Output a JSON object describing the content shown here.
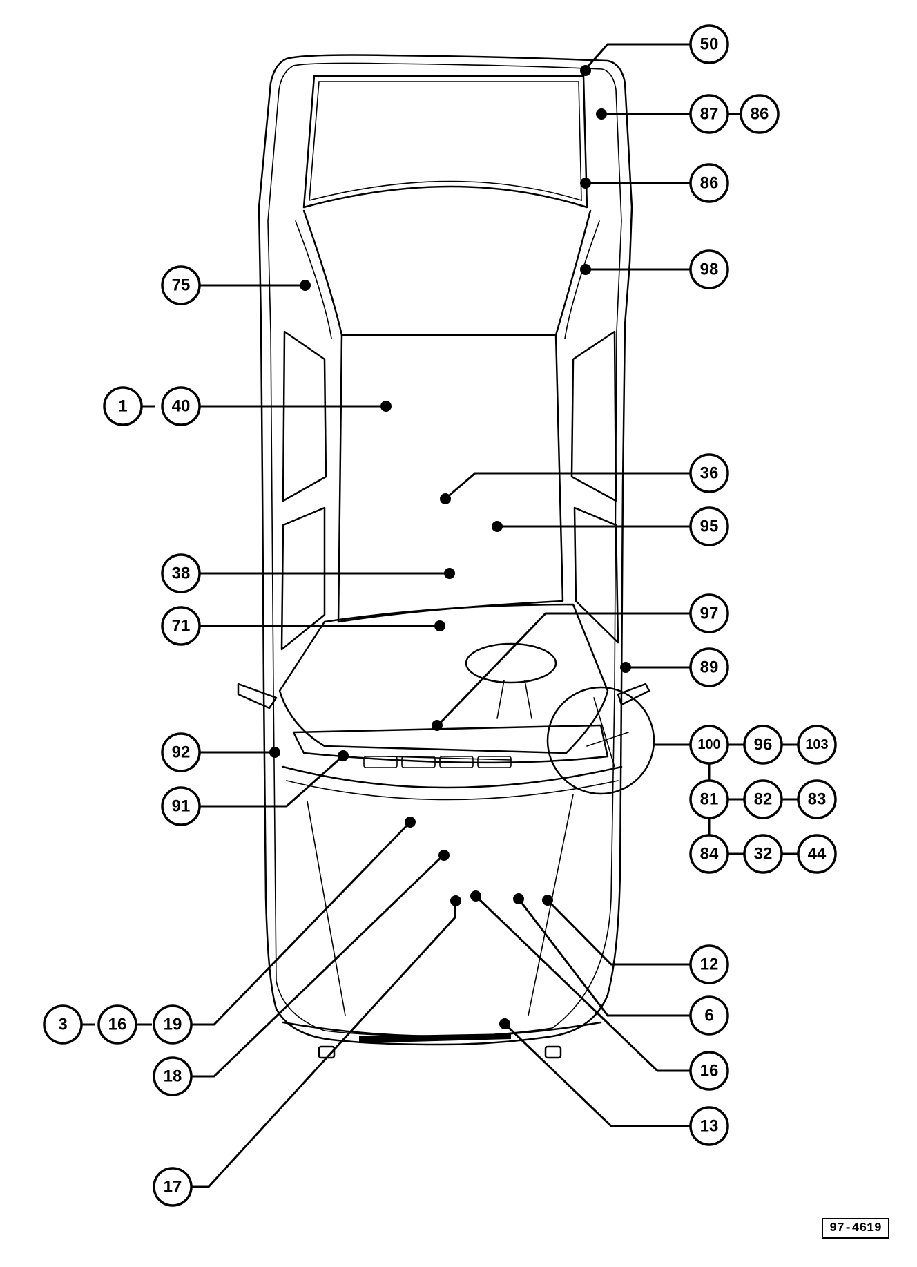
{
  "reference_code": "97-4619",
  "callouts": [
    {
      "id": "c50",
      "label": "50"
    },
    {
      "id": "c87",
      "label": "87"
    },
    {
      "id": "c86a",
      "label": "86"
    },
    {
      "id": "c86b",
      "label": "86"
    },
    {
      "id": "c98",
      "label": "98"
    },
    {
      "id": "c75",
      "label": "75"
    },
    {
      "id": "c1",
      "label": "1"
    },
    {
      "id": "c40",
      "label": "40"
    },
    {
      "id": "c36",
      "label": "36"
    },
    {
      "id": "c95",
      "label": "95"
    },
    {
      "id": "c38",
      "label": "38"
    },
    {
      "id": "c71",
      "label": "71"
    },
    {
      "id": "c97",
      "label": "97"
    },
    {
      "id": "c89",
      "label": "89"
    },
    {
      "id": "c92",
      "label": "92"
    },
    {
      "id": "c100",
      "label": "100"
    },
    {
      "id": "c96",
      "label": "96"
    },
    {
      "id": "c103",
      "label": "103"
    },
    {
      "id": "c91",
      "label": "91"
    },
    {
      "id": "c81",
      "label": "81"
    },
    {
      "id": "c82",
      "label": "82"
    },
    {
      "id": "c83",
      "label": "83"
    },
    {
      "id": "c84",
      "label": "84"
    },
    {
      "id": "c32",
      "label": "32"
    },
    {
      "id": "c44",
      "label": "44"
    },
    {
      "id": "c12",
      "label": "12"
    },
    {
      "id": "c3",
      "label": "3"
    },
    {
      "id": "c16a",
      "label": "16"
    },
    {
      "id": "c19",
      "label": "19"
    },
    {
      "id": "c6",
      "label": "6"
    },
    {
      "id": "c18",
      "label": "18"
    },
    {
      "id": "c16b",
      "label": "16"
    },
    {
      "id": "c13",
      "label": "13"
    },
    {
      "id": "c17",
      "label": "17"
    }
  ]
}
